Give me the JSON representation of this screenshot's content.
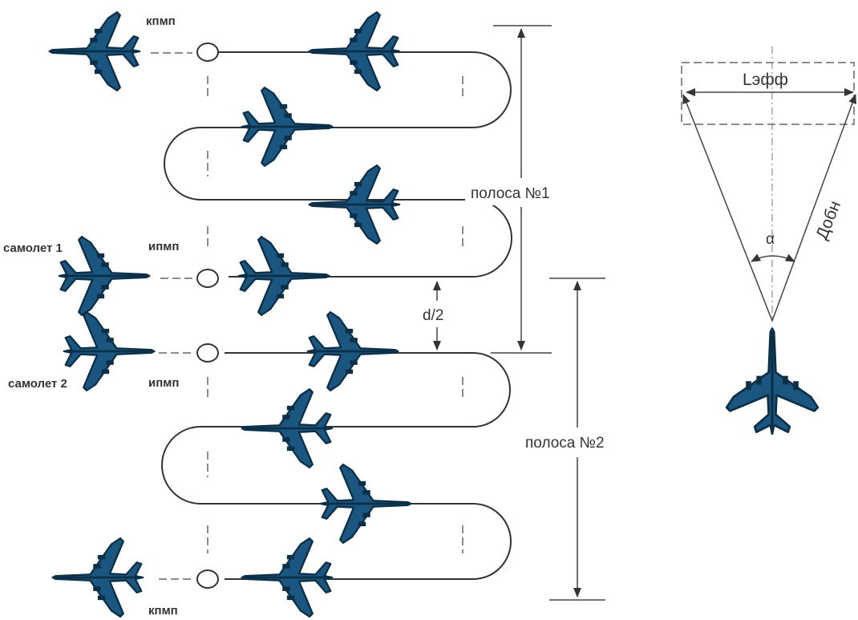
{
  "colors": {
    "aircraft": "#1a5680",
    "aircraft_outline": "#0c2f48",
    "line": "#333333"
  },
  "labels": {
    "kpmp_top": "кпмп",
    "kpmp_bottom": "кпмп",
    "ipmp_1": "ипмп",
    "ipmp_2": "ипмп",
    "aircraft_1": "самолет 1",
    "aircraft_2": "самолет 2",
    "strip_1": "полоса №1",
    "strip_2": "полоса №2",
    "half_spacing": "d/2",
    "effective_width": "Lэфф",
    "detection_range": "Добн",
    "view_angle": "α"
  },
  "icons": {
    "aircraft": "airplane-icon",
    "waypoint": "waypoint-circle-icon"
  }
}
